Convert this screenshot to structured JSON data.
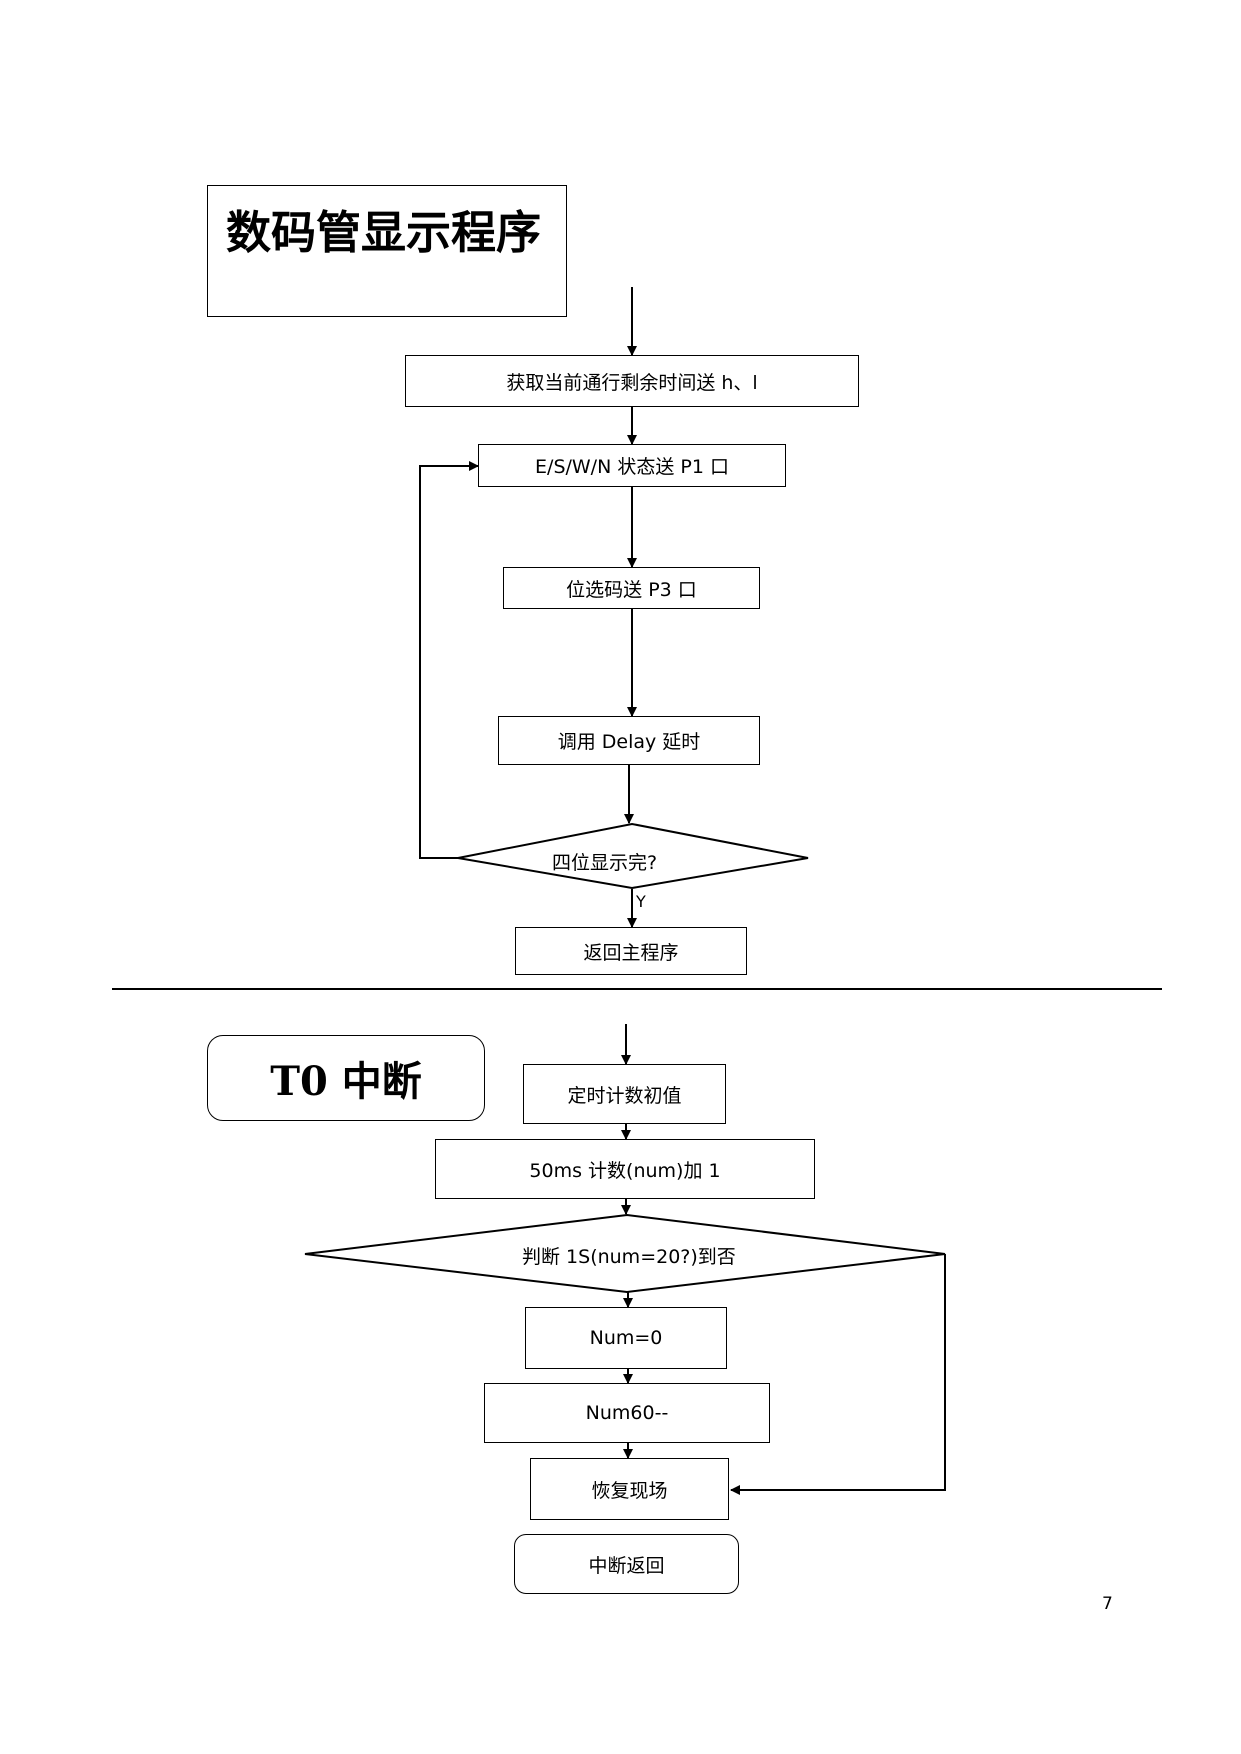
{
  "section1": {
    "title": "数码管显示程序",
    "step1": "获取当前通行剩余时间送 h、l",
    "step2": "E/S/W/N 状态送 P1 口",
    "step3": "位选码送 P3 口",
    "step4": "调用 Delay 延时",
    "decision": "四位显示完?",
    "yes_label": "Y",
    "end": "返回主程序"
  },
  "section2": {
    "title": "T0 中断",
    "step1": "定时计数初值",
    "step2": "50ms 计数(num)加 1",
    "decision": "判断 1S(num=20?)到否",
    "step3": "Num=0",
    "step4": "Num60--",
    "step5": "恢复现场",
    "end": "中断返回"
  },
  "page_number": "7"
}
